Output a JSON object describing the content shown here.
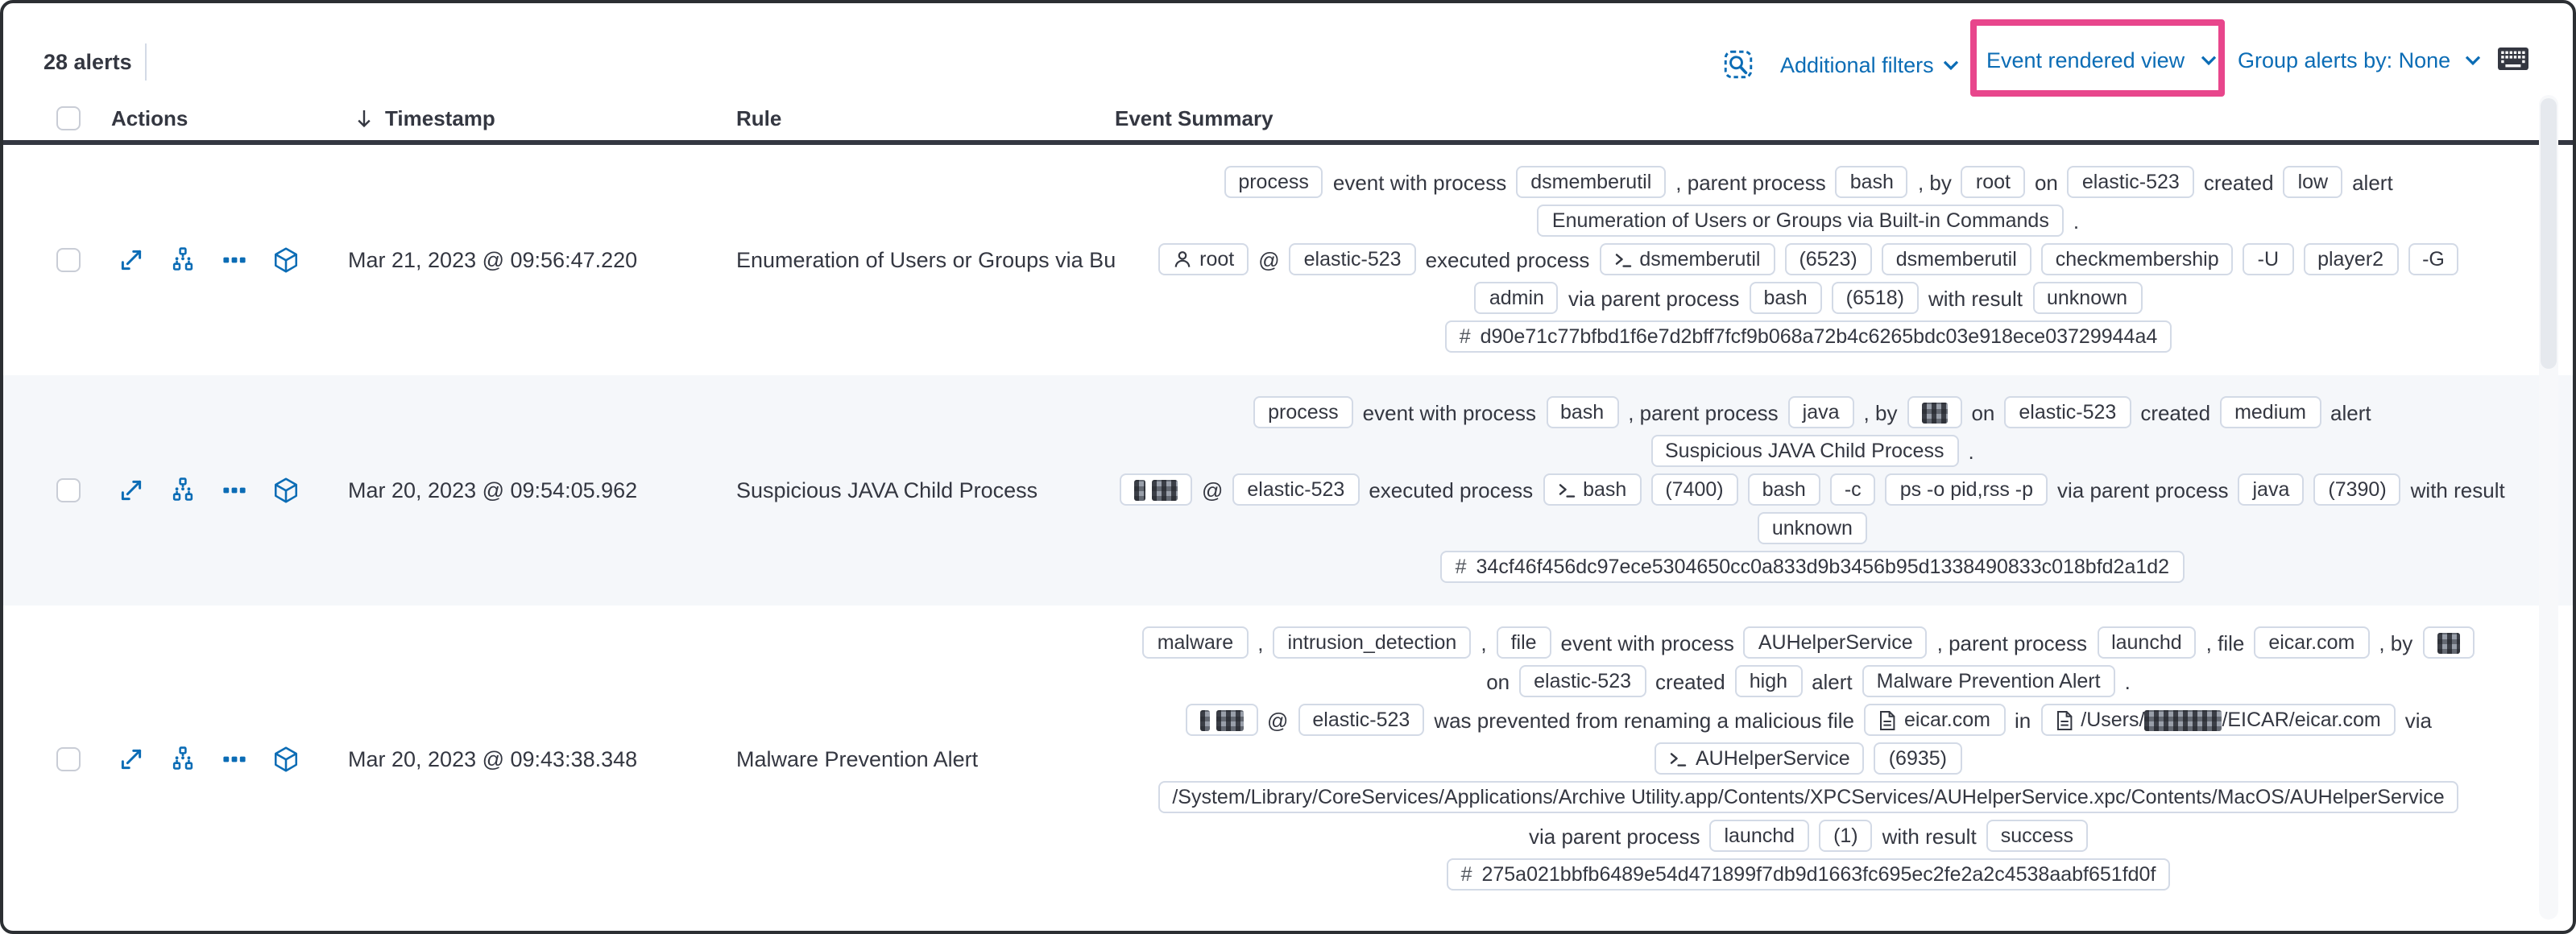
{
  "toolbar": {
    "alerts_count": "28 alerts",
    "additional_filters_label": "Additional filters",
    "event_rendered_view_label": "Event rendered view",
    "group_alerts_by_label": "Group alerts by: None",
    "link_color": "#0b6cb5",
    "annotation_highlight_color": "#e8468c"
  },
  "columns": {
    "actions": "Actions",
    "timestamp": "Timestamp",
    "rule": "Rule",
    "summary": "Event Summary"
  },
  "sort": {
    "column": "Timestamp",
    "direction": "desc"
  },
  "icons": {
    "inspect-icon": "magnifier-over-panel",
    "keyboard-icon": "keyboard",
    "chevron-down-icon": "v",
    "sort-desc-icon": "down-arrow",
    "open-alert-details-icon": "diagonal-expand-arrow",
    "analyze-event-icon": "node-graph",
    "more-actions-icon": "three-boxes",
    "open-session-view-icon": "cube-outline",
    "user-icon": "person",
    "terminal-icon": ">_",
    "file-icon": "document",
    "hash-prefix": "#"
  },
  "action_icons": [
    "open-alert-details",
    "analyze-event",
    "more-actions",
    "open-session-view"
  ],
  "table": {
    "rows": [
      {
        "timestamp": "Mar 21, 2023 @ 09:56:47.220",
        "rule": "Enumeration of Users or Groups via Bui",
        "striped": false,
        "summary": [
          [
            [
              "b",
              "process"
            ],
            [
              "t",
              "event with process"
            ],
            [
              "b",
              "dsmemberutil"
            ],
            [
              "t",
              ", parent process"
            ],
            [
              "b",
              "bash"
            ],
            [
              "t",
              ", by"
            ],
            [
              "b",
              "root"
            ],
            [
              "t",
              "on"
            ],
            [
              "b",
              "elastic-523"
            ],
            [
              "t",
              "created"
            ],
            [
              "b",
              "low"
            ],
            [
              "t",
              "alert"
            ]
          ],
          [
            [
              "b",
              "Enumeration of Users or Groups via Built-in Commands"
            ],
            [
              "t",
              "."
            ]
          ],
          [
            [
              "bu",
              "root"
            ],
            [
              "t",
              "@"
            ],
            [
              "b",
              "elastic-523"
            ],
            [
              "t",
              "executed process"
            ],
            [
              "bt",
              "dsmemberutil"
            ],
            [
              "b",
              "(6523)"
            ],
            [
              "b",
              "dsmemberutil"
            ],
            [
              "b",
              "checkmembership"
            ],
            [
              "b",
              "-U"
            ],
            [
              "b",
              "player2"
            ],
            [
              "b",
              "-G"
            ]
          ],
          [
            [
              "b",
              "admin"
            ],
            [
              "t",
              "via parent process"
            ],
            [
              "b",
              "bash"
            ],
            [
              "b",
              "(6518)"
            ],
            [
              "t",
              "with result"
            ],
            [
              "b",
              "unknown"
            ]
          ],
          [
            [
              "bh",
              "d90e71c77bfbd1f6e7d2bff7fcf9b068a72b4c6265bdc03e918ece03729944a4"
            ]
          ]
        ]
      },
      {
        "timestamp": "Mar 20, 2023 @ 09:54:05.962",
        "rule": "Suspicious JAVA Child Process",
        "striped": true,
        "summary": [
          [
            [
              "b",
              "process"
            ],
            [
              "t",
              "event with process"
            ],
            [
              "b",
              "bash"
            ],
            [
              "t",
              ", parent process"
            ],
            [
              "b",
              "java"
            ],
            [
              "t",
              ", by"
            ],
            [
              "br",
              [
                16
              ]
            ],
            [
              "t",
              "on"
            ],
            [
              "b",
              "elastic-523"
            ],
            [
              "t",
              "created"
            ],
            [
              "b",
              "medium"
            ],
            [
              "t",
              "alert"
            ]
          ],
          [
            [
              "b",
              "Suspicious JAVA Child Process"
            ],
            [
              "t",
              "."
            ]
          ],
          [
            [
              "br",
              [
                7,
                16
              ]
            ],
            [
              "t",
              "@"
            ],
            [
              "b",
              "elastic-523"
            ],
            [
              "t",
              "executed process"
            ],
            [
              "bt",
              "bash"
            ],
            [
              "b",
              "(7400)"
            ],
            [
              "b",
              "bash"
            ],
            [
              "b",
              "-c"
            ],
            [
              "b",
              "ps -o pid,rss -p"
            ],
            [
              "t",
              "via parent process"
            ],
            [
              "b",
              "java"
            ],
            [
              "b",
              "(7390)"
            ],
            [
              "t",
              "with result"
            ]
          ],
          [
            [
              "b",
              "unknown"
            ]
          ],
          [
            [
              "bh",
              "34cf46f456dc97ece5304650cc0a833d9b3456b95d1338490833c018bfd2a1d2"
            ]
          ]
        ]
      },
      {
        "timestamp": "Mar 20, 2023 @ 09:43:38.348",
        "rule": "Malware Prevention Alert",
        "striped": false,
        "summary": [
          [
            [
              "b",
              "malware"
            ],
            [
              "t",
              ","
            ],
            [
              "b",
              "intrusion_detection"
            ],
            [
              "t",
              ","
            ],
            [
              "b",
              "file"
            ],
            [
              "t",
              "event with process"
            ],
            [
              "b",
              "AUHelperService"
            ],
            [
              "t",
              ", parent process"
            ],
            [
              "b",
              "launchd"
            ],
            [
              "t",
              ", file"
            ],
            [
              "b",
              "eicar.com"
            ],
            [
              "t",
              ", by"
            ],
            [
              "br",
              [
                14
              ]
            ]
          ],
          [
            [
              "t",
              "on"
            ],
            [
              "b",
              "elastic-523"
            ],
            [
              "t",
              "created"
            ],
            [
              "b",
              "high"
            ],
            [
              "t",
              "alert"
            ],
            [
              "b",
              "Malware Prevention Alert"
            ],
            [
              "t",
              "."
            ]
          ],
          [
            [
              "br",
              [
                6,
                17
              ]
            ],
            [
              "t",
              "@"
            ],
            [
              "b",
              "elastic-523"
            ],
            [
              "t",
              "was prevented from renaming a malicious file"
            ],
            [
              "bf",
              "eicar.com"
            ],
            [
              "t",
              "in"
            ],
            [
              "bfp",
              [
                "/Users/",
                48,
                "/EICAR/eicar.com"
              ]
            ],
            [
              "t",
              "via"
            ]
          ],
          [
            [
              "bt",
              "AUHelperService"
            ],
            [
              "b",
              "(6935)"
            ]
          ],
          [
            [
              "b",
              "/System/Library/CoreServices/Applications/Archive Utility.app/Contents/XPCServices/AUHelperService.xpc/Contents/MacOS/AUHelperService"
            ]
          ],
          [
            [
              "t",
              "via parent process"
            ],
            [
              "b",
              "launchd"
            ],
            [
              "b",
              "(1)"
            ],
            [
              "t",
              "with result"
            ],
            [
              "b",
              "success"
            ]
          ],
          [
            [
              "bh",
              "275a021bbfb6489e54d471899f7db9d1663fc695ec2fe2a2c4538aabf651fd0f"
            ]
          ]
        ]
      }
    ]
  }
}
